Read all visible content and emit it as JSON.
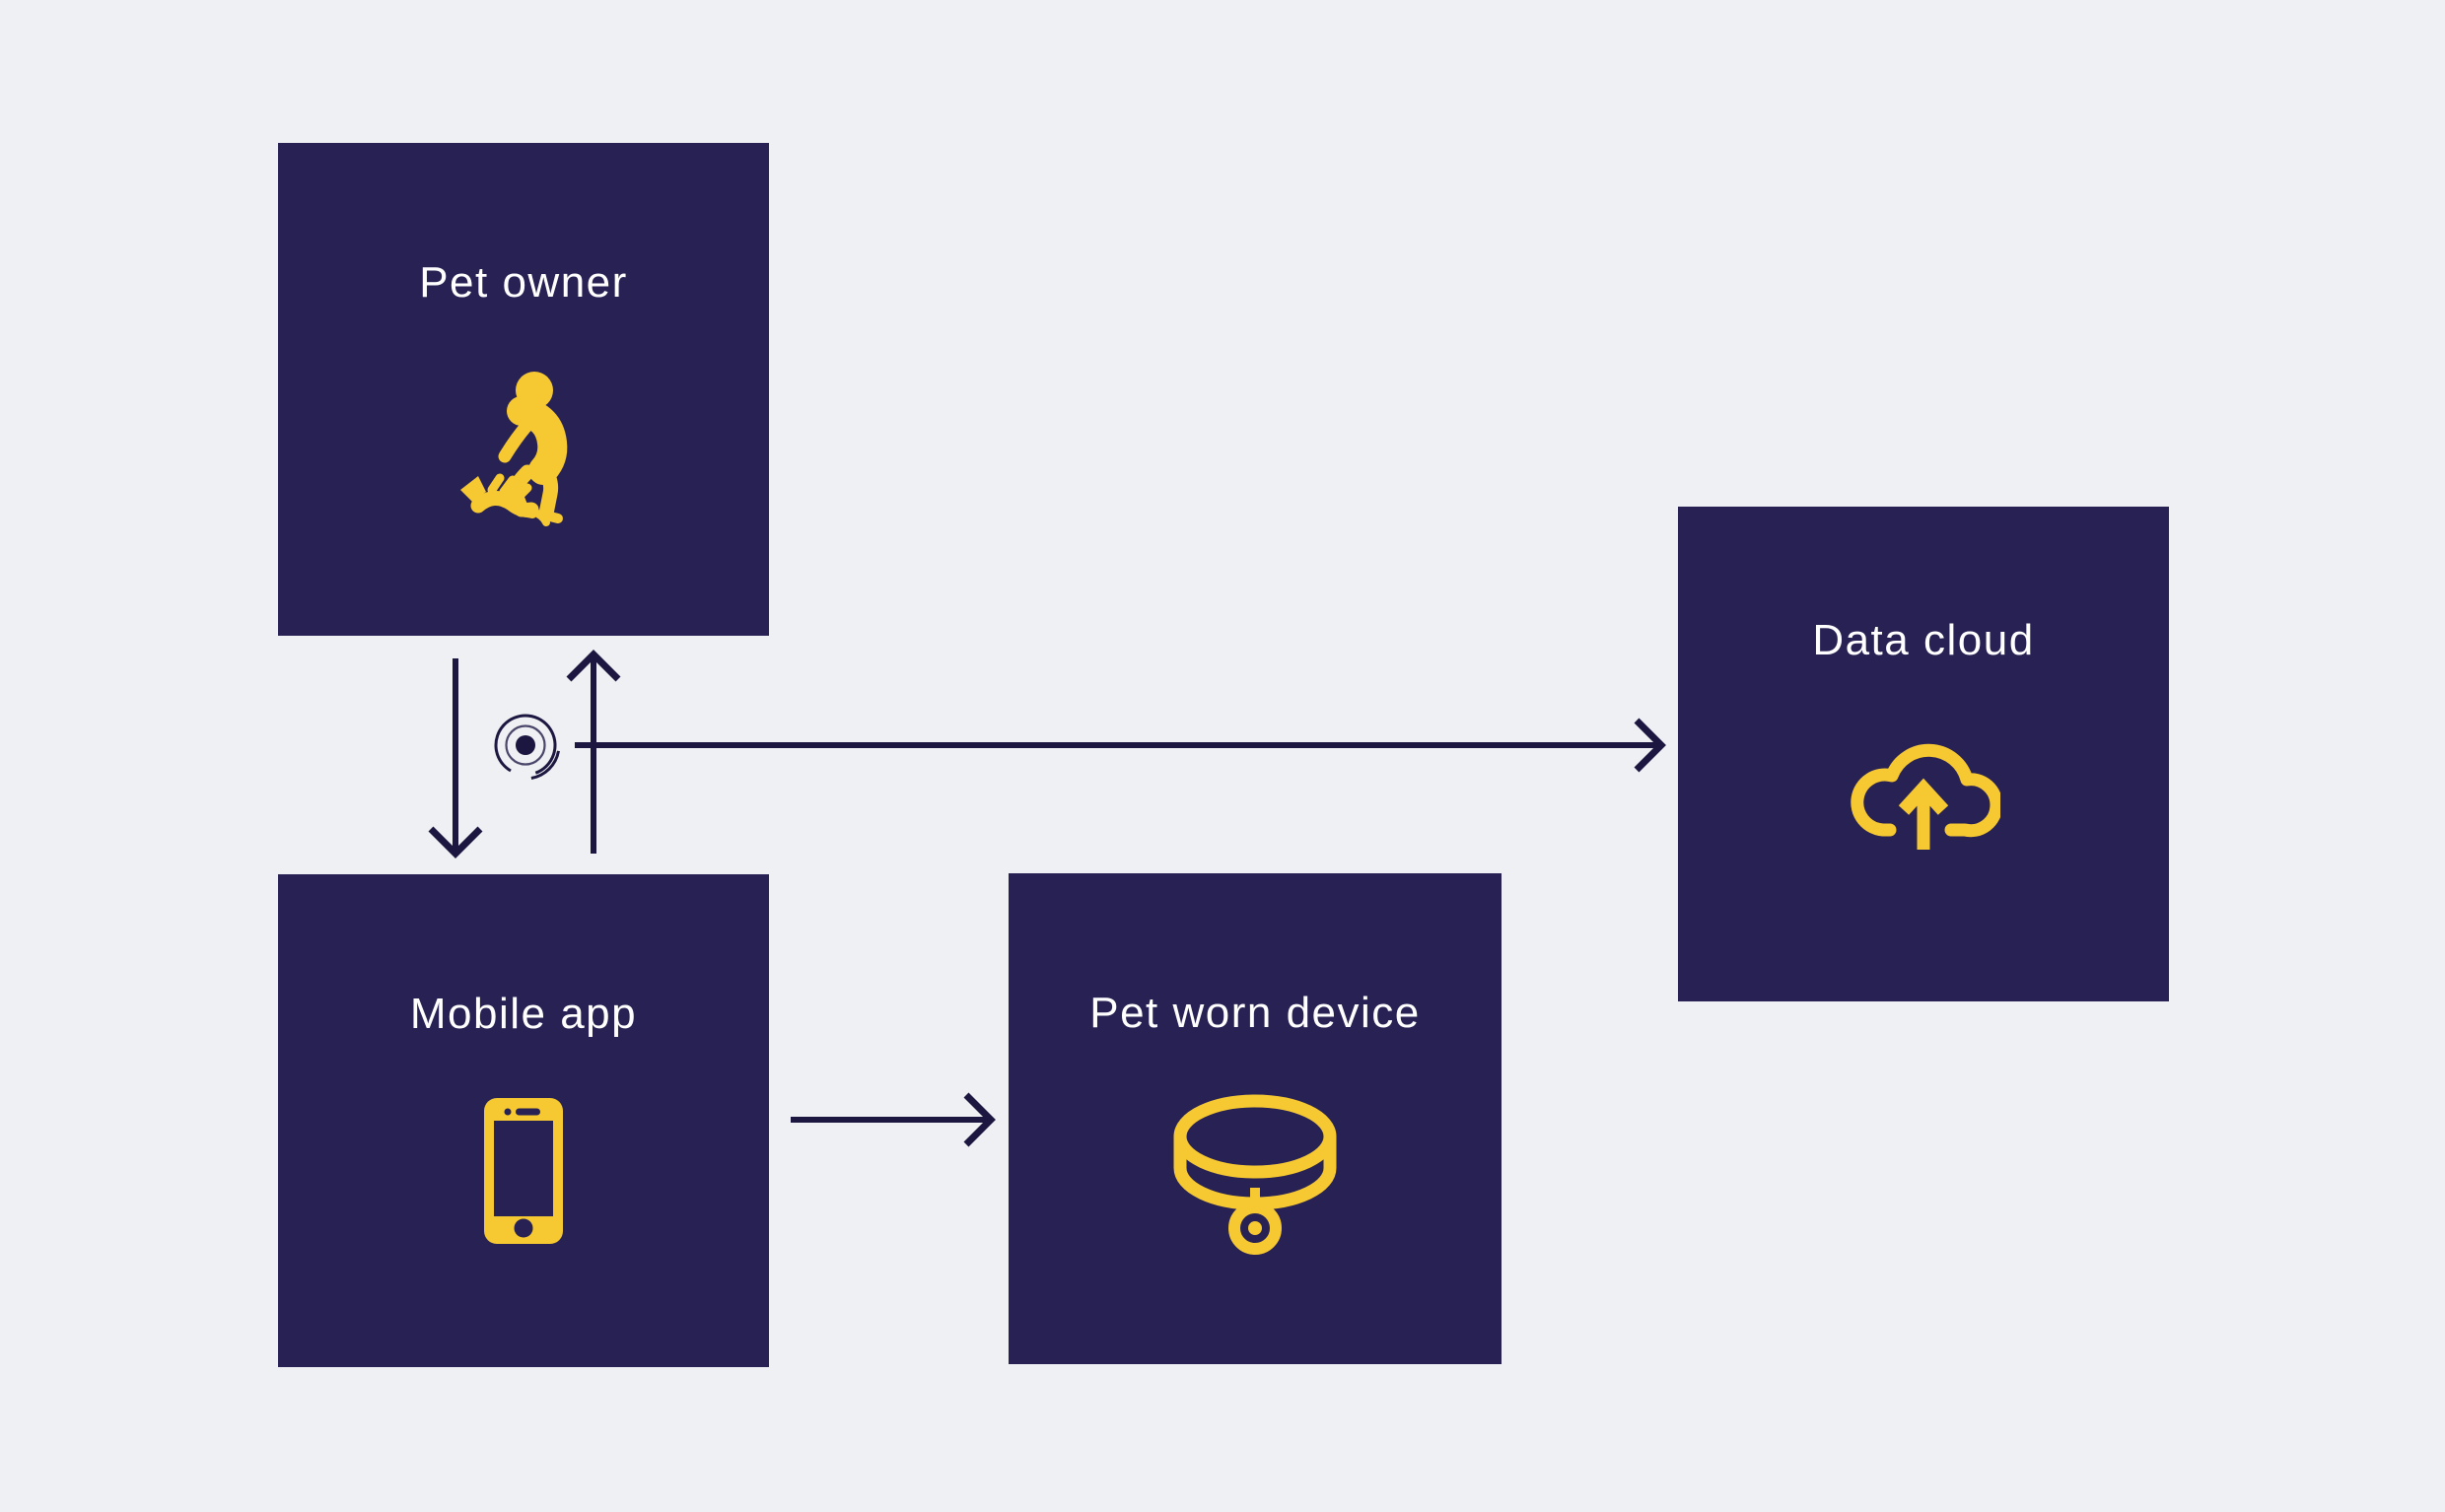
{
  "diagram": {
    "title": "",
    "colors": {
      "bg": "#eff0f3",
      "box": "#272154",
      "arrow": "#1b1740",
      "accent": "#f6c832",
      "text": "#ffffff",
      "ring": "#4a466b"
    },
    "nodes": [
      {
        "id": "pet-owner",
        "label": "Pet owner",
        "icon": "person-with-dog-icon"
      },
      {
        "id": "mobile-app",
        "label": "Mobile app",
        "icon": "smartphone-icon"
      },
      {
        "id": "pet-worn-device",
        "label": "Pet worn device",
        "icon": "pet-collar-icon"
      },
      {
        "id": "data-cloud",
        "label": "Data cloud",
        "icon": "cloud-upload-icon"
      }
    ],
    "connectors": [
      {
        "id": "owner-to-app",
        "from": "pet-owner",
        "to": "mobile-app",
        "direction": "down"
      },
      {
        "id": "app-to-owner",
        "from": "mobile-app",
        "to": "pet-owner",
        "direction": "up"
      },
      {
        "id": "app-to-cloud",
        "from": "mobile-app",
        "to": "data-cloud",
        "direction": "right"
      },
      {
        "id": "app-to-device",
        "from": "mobile-app",
        "to": "pet-worn-device",
        "direction": "right"
      }
    ],
    "decorations": [
      {
        "id": "signal",
        "icon": "signal-concentric-circles-icon"
      }
    ]
  }
}
